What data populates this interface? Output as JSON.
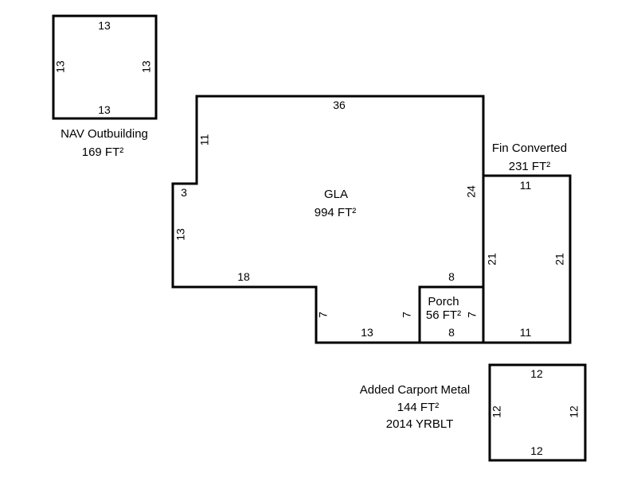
{
  "outbuilding": {
    "name": "NAV Outbuilding",
    "area": "169 FT²",
    "dims": {
      "top": "13",
      "bottom": "13",
      "left": "13",
      "right": "13"
    }
  },
  "gla": {
    "name": "GLA",
    "area": "994 FT²",
    "dims": {
      "top": "36",
      "upper_left_vertical": "11",
      "step": "3",
      "lower_left_vertical": "13",
      "bottom_left": "18",
      "notch_left": "7",
      "bottom_middle": "13",
      "notch_right": "7",
      "right_vertical": "24",
      "porch_top": "8"
    }
  },
  "porch": {
    "name": "Porch",
    "area": "56 FT²",
    "dims": {
      "bottom": "8",
      "right": "7"
    }
  },
  "fin_converted": {
    "name": "Fin Converted",
    "area": "231 FT²",
    "dims": {
      "top": "11",
      "bottom": "11",
      "left": "21",
      "right": "21"
    }
  },
  "carport": {
    "name": "Added Carport Metal",
    "area": "144 FT²",
    "year": "2014 YRBLT",
    "dims": {
      "top": "12",
      "bottom": "12",
      "left": "12",
      "right": "12"
    }
  }
}
